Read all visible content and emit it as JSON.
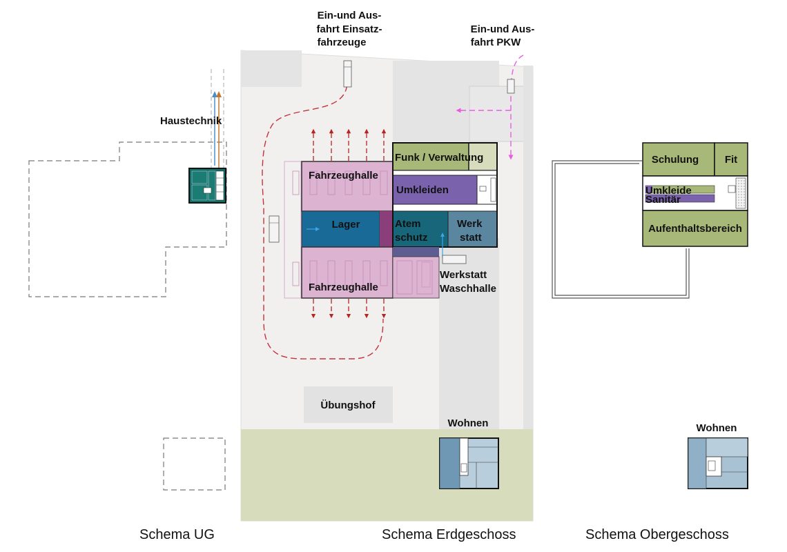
{
  "labels": {
    "entry_emergency": [
      "Ein-und Aus-",
      "fahrt Einsatz-",
      "fahrzeuge"
    ],
    "entry_car": [
      "Ein-und Aus-",
      "fahrt PKW"
    ],
    "haustechnik": "Haustechnik",
    "funk": "Funk / Verwaltung",
    "umkleiden": "Umkleiden",
    "fahrzeughalle_top": "Fahrzeughalle",
    "lager": "Lager",
    "atem": [
      "Atem",
      "schutz"
    ],
    "werk": [
      "Werk",
      "statt"
    ],
    "fahrzeughalle_bottom": "Fahrzeughalle",
    "werkstatt_wasch": [
      "Werkstatt",
      "Waschhalle"
    ],
    "uebungshof": "Übungshof",
    "wohnen_eg": "Wohnen",
    "schulung": "Schulung",
    "fit": "Fit",
    "umkleide": "Umkleide",
    "sanitaer": "Sanitär",
    "aufenthalt": "Aufenthaltsbereich",
    "wohnen_og": "Wohnen"
  },
  "captions": {
    "ug": "Schema UG",
    "eg": "Schema Erdgeschoss",
    "og": "Schema Obergeschoss"
  },
  "colors": {
    "green": "#a8b878",
    "green_light": "#d6dcbc",
    "purple": "#7b62ad",
    "pink": "#ddb3d2",
    "blue": "#1a6a98",
    "teal_dark": "#176679",
    "slate": "#5a86a0",
    "teal": "#0e6f68",
    "red_arrow": "#b8231f",
    "magenta_arrow": "#e85ce0",
    "light_blue_arrow": "#3aa6e8",
    "wohnen_blue": "#b9cedc"
  }
}
